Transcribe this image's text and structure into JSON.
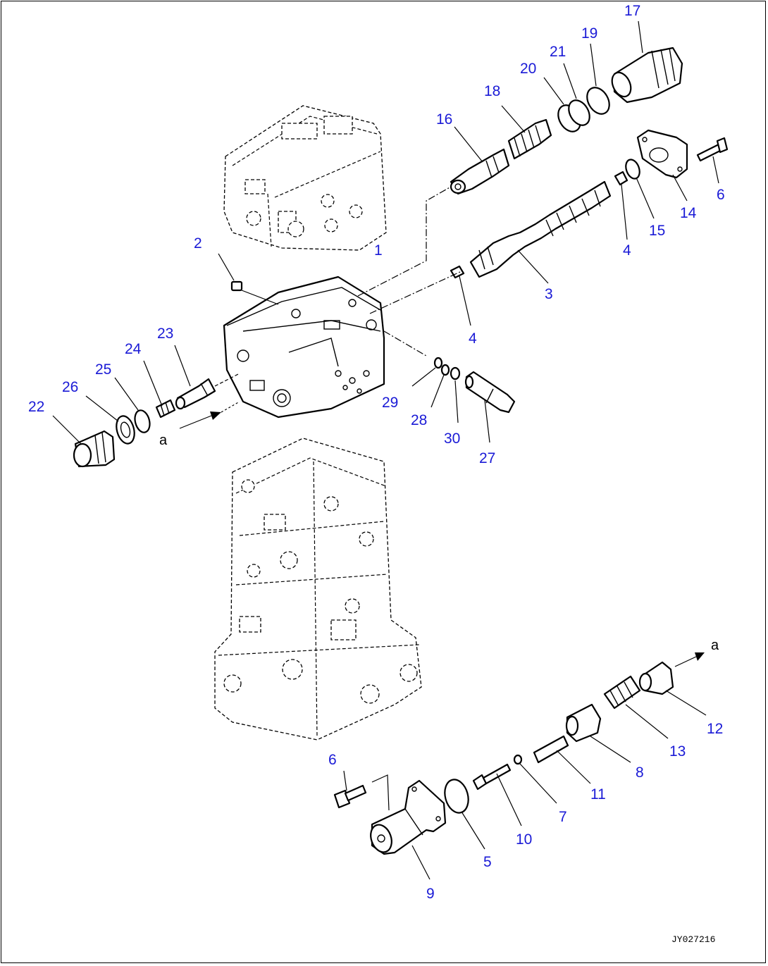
{
  "diagram": {
    "callout_color": "#1a1ad6",
    "labels": [
      {
        "id": "lbl-1",
        "text": "1"
      },
      {
        "id": "lbl-2",
        "text": "2"
      },
      {
        "id": "lbl-3",
        "text": "3"
      },
      {
        "id": "lbl-4a",
        "text": "4"
      },
      {
        "id": "lbl-4b",
        "text": "4"
      },
      {
        "id": "lbl-5",
        "text": "5"
      },
      {
        "id": "lbl-6a",
        "text": "6"
      },
      {
        "id": "lbl-6b",
        "text": "6"
      },
      {
        "id": "lbl-7",
        "text": "7"
      },
      {
        "id": "lbl-8",
        "text": "8"
      },
      {
        "id": "lbl-9",
        "text": "9"
      },
      {
        "id": "lbl-10",
        "text": "10"
      },
      {
        "id": "lbl-11",
        "text": "11"
      },
      {
        "id": "lbl-12",
        "text": "12"
      },
      {
        "id": "lbl-13",
        "text": "13"
      },
      {
        "id": "lbl-14",
        "text": "14"
      },
      {
        "id": "lbl-15",
        "text": "15"
      },
      {
        "id": "lbl-16",
        "text": "16"
      },
      {
        "id": "lbl-17",
        "text": "17"
      },
      {
        "id": "lbl-18",
        "text": "18"
      },
      {
        "id": "lbl-19",
        "text": "19"
      },
      {
        "id": "lbl-20",
        "text": "20"
      },
      {
        "id": "lbl-21",
        "text": "21"
      },
      {
        "id": "lbl-22",
        "text": "22"
      },
      {
        "id": "lbl-23",
        "text": "23"
      },
      {
        "id": "lbl-24",
        "text": "24"
      },
      {
        "id": "lbl-25",
        "text": "25"
      },
      {
        "id": "lbl-26",
        "text": "26"
      },
      {
        "id": "lbl-27",
        "text": "27"
      },
      {
        "id": "lbl-28",
        "text": "28"
      },
      {
        "id": "lbl-29",
        "text": "29"
      },
      {
        "id": "lbl-30",
        "text": "30"
      }
    ],
    "ref_marks": [
      {
        "id": "ref-a-left",
        "text": "a"
      },
      {
        "id": "ref-a-right",
        "text": "a"
      }
    ],
    "drawing_code": "JY027216"
  }
}
